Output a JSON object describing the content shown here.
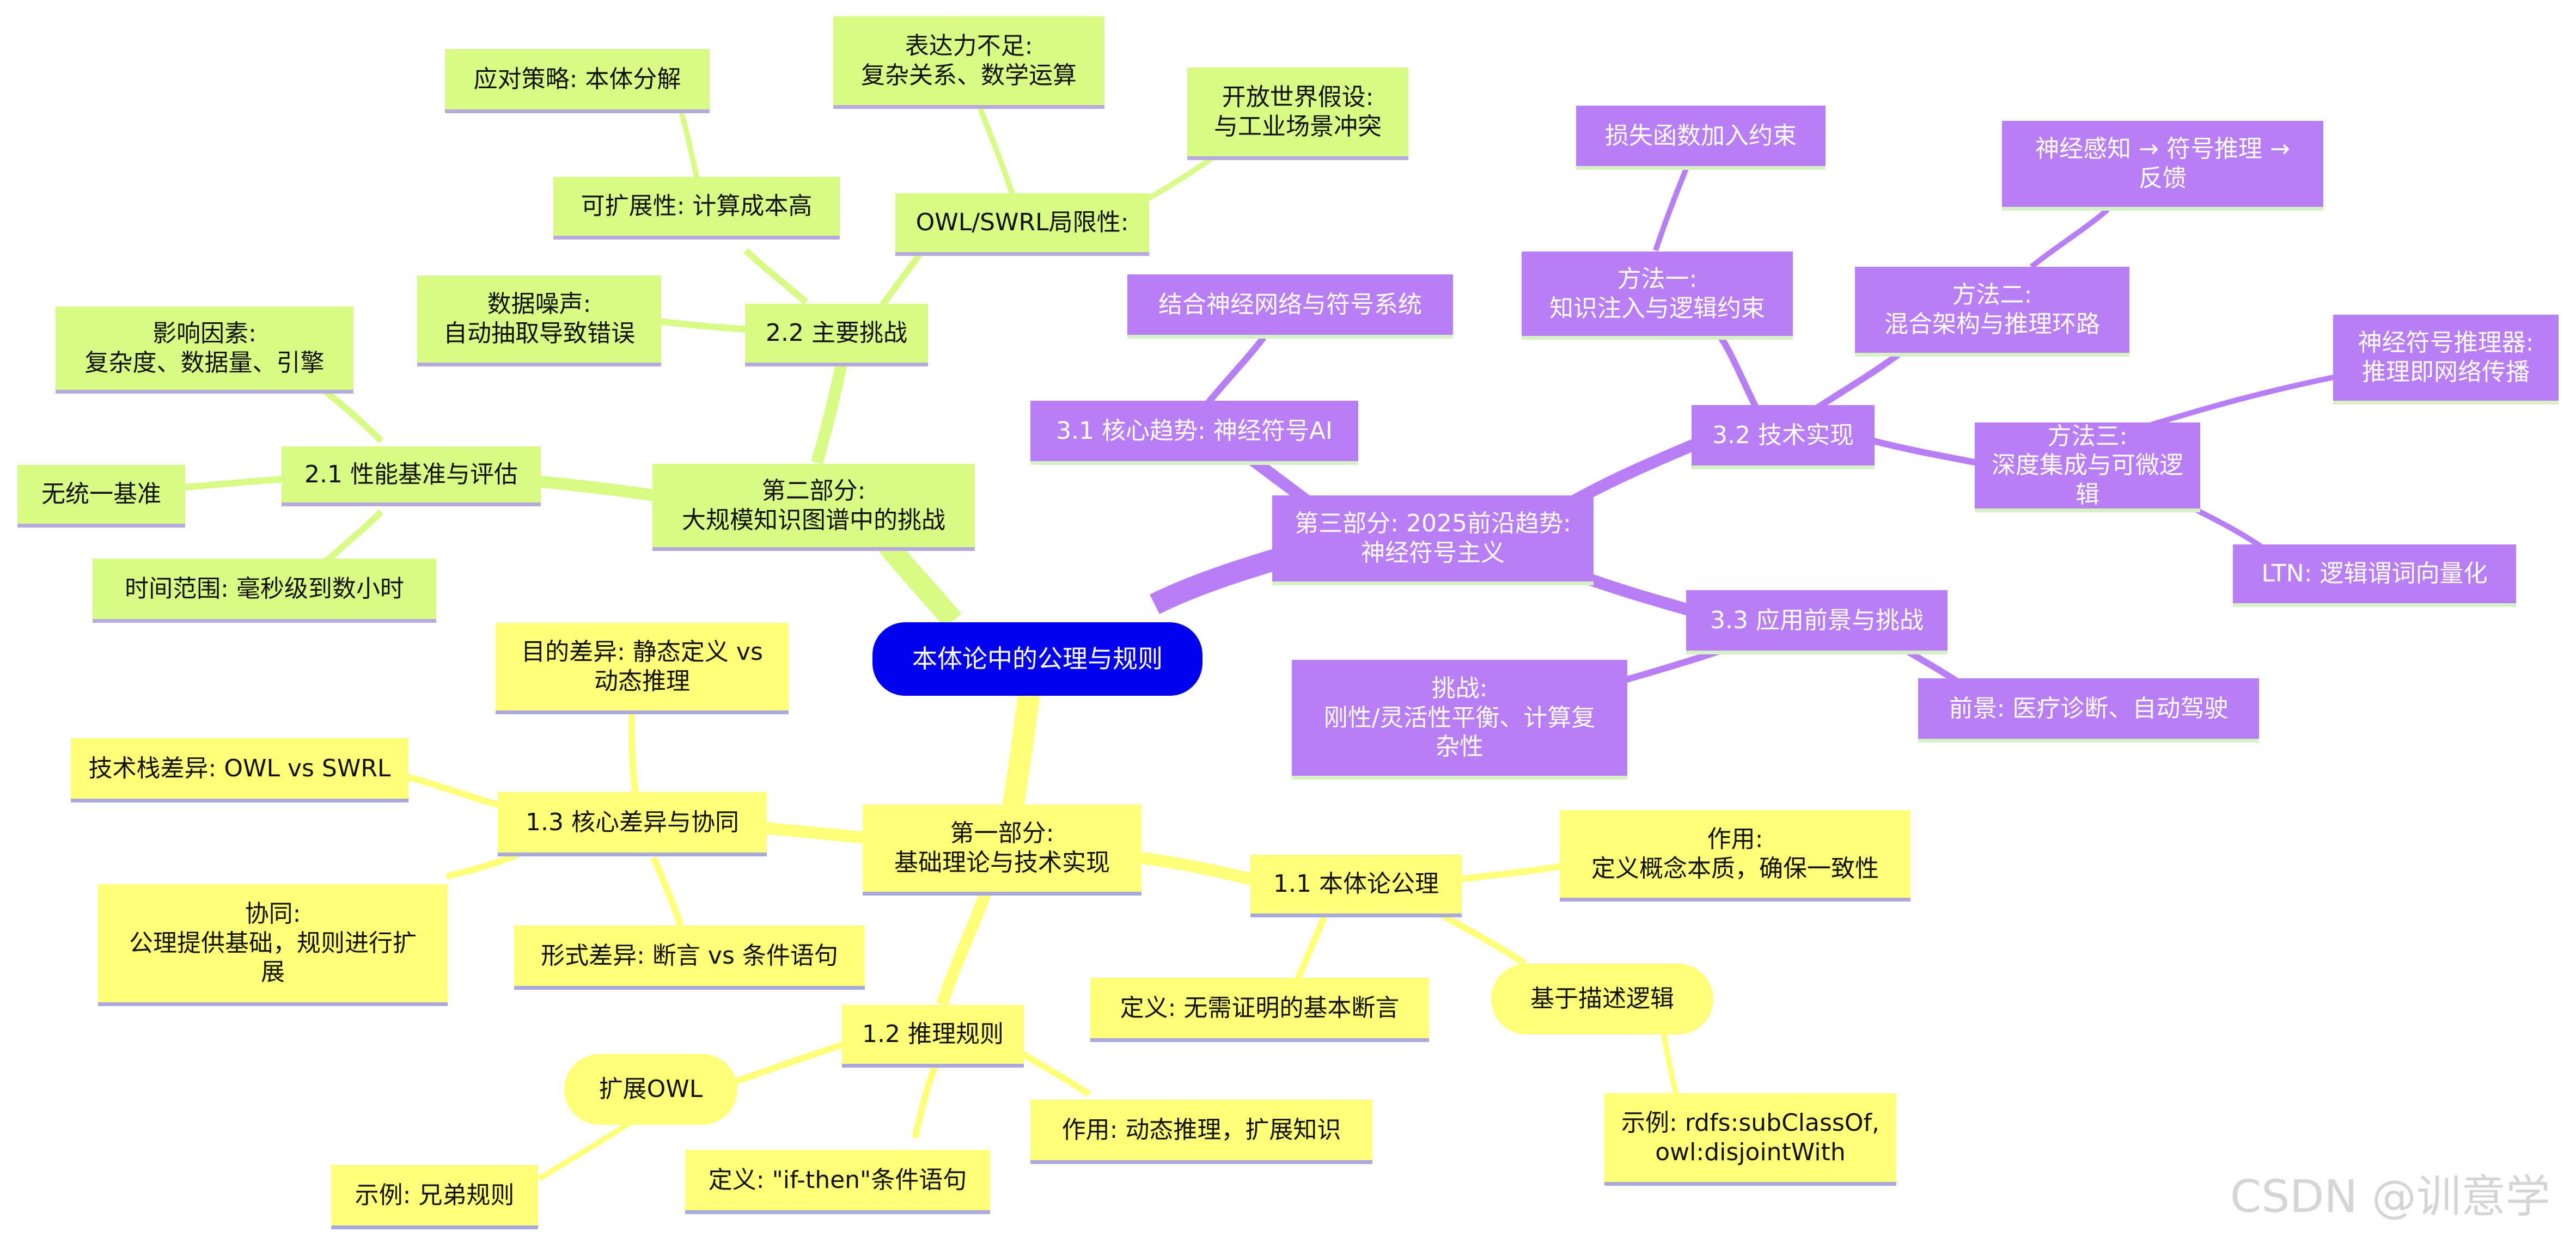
{
  "root": "本体论中的公理与规则",
  "part1": {
    "title": "第一部分:\n基础理论与技术实现",
    "s11": {
      "title": "1.1 本体论公理",
      "role": "作用:\n定义概念本质，确保一致性",
      "definition": "定义: 无需证明的基本断言",
      "based_on": "基于描述逻辑",
      "example": "示例: rdfs:subClassOf,\nowl:disjointWith"
    },
    "s12": {
      "title": "1.2 推理规则",
      "role": "作用: 动态推理，扩展知识",
      "definition": "定义: \"if-then\"条件语句",
      "extend": "扩展OWL",
      "example": "示例: 兄弟规则"
    },
    "s13": {
      "title": "1.3 核心差异与协同",
      "goal_diff": "目的差异: 静态定义 vs\n动态推理",
      "tech_diff": "技术栈差异: OWL vs SWRL",
      "synergy": "协同:\n公理提供基础，规则进行扩\n展",
      "form_diff": "形式差异: 断言 vs 条件语句"
    }
  },
  "part2": {
    "title": "第二部分:\n大规模知识图谱中的挑战",
    "s21": {
      "title": "2.1 性能基准与评估",
      "factors": "影响因素:\n复杂度、数据量、引擎",
      "no_standard": "无统一基准",
      "time_range": "时间范围: 毫秒级到数小时"
    },
    "s22": {
      "title": "2.2 主要挑战",
      "noise": "数据噪声:\n自动抽取导致错误",
      "scalability": "可扩展性: 计算成本高",
      "strategy": "应对策略: 本体分解",
      "owl_limits": "OWL/SWRL局限性:",
      "expressiveness": "表达力不足:\n复杂关系、数学运算",
      "open_world": "开放世界假设:\n与工业场景冲突"
    }
  },
  "part3": {
    "title": "第三部分: 2025前沿趋势:\n神经符号主义",
    "s31": {
      "title": "3.1 核心趋势: 神经符号AI",
      "combine": "结合神经网络与符号系统"
    },
    "s32": {
      "title": "3.2 技术实现",
      "m1": "方法一:\n知识注入与逻辑约束",
      "m1_detail": "损失函数加入约束",
      "m2": "方法二:\n混合架构与推理环路",
      "m2_detail": "神经感知 → 符号推理 →\n反馈",
      "m3": "方法三:\n深度集成与可微逻辑",
      "m3_detail1": "神经符号推理器:\n推理即网络传播",
      "m3_detail2": "LTN: 逻辑谓词向量化"
    },
    "s33": {
      "title": "3.3 应用前景与挑战",
      "challenge": "挑战:\n刚性/灵活性平衡、计算复\n杂性",
      "prospect": "前景: 医疗诊断、自动驾驶"
    }
  },
  "watermark": "CSDN @训意学",
  "colors": {
    "branch1": "#ffff78",
    "branch2": "#d7fb85",
    "branch3": "#b87ef5",
    "root": "#0000ee"
  }
}
